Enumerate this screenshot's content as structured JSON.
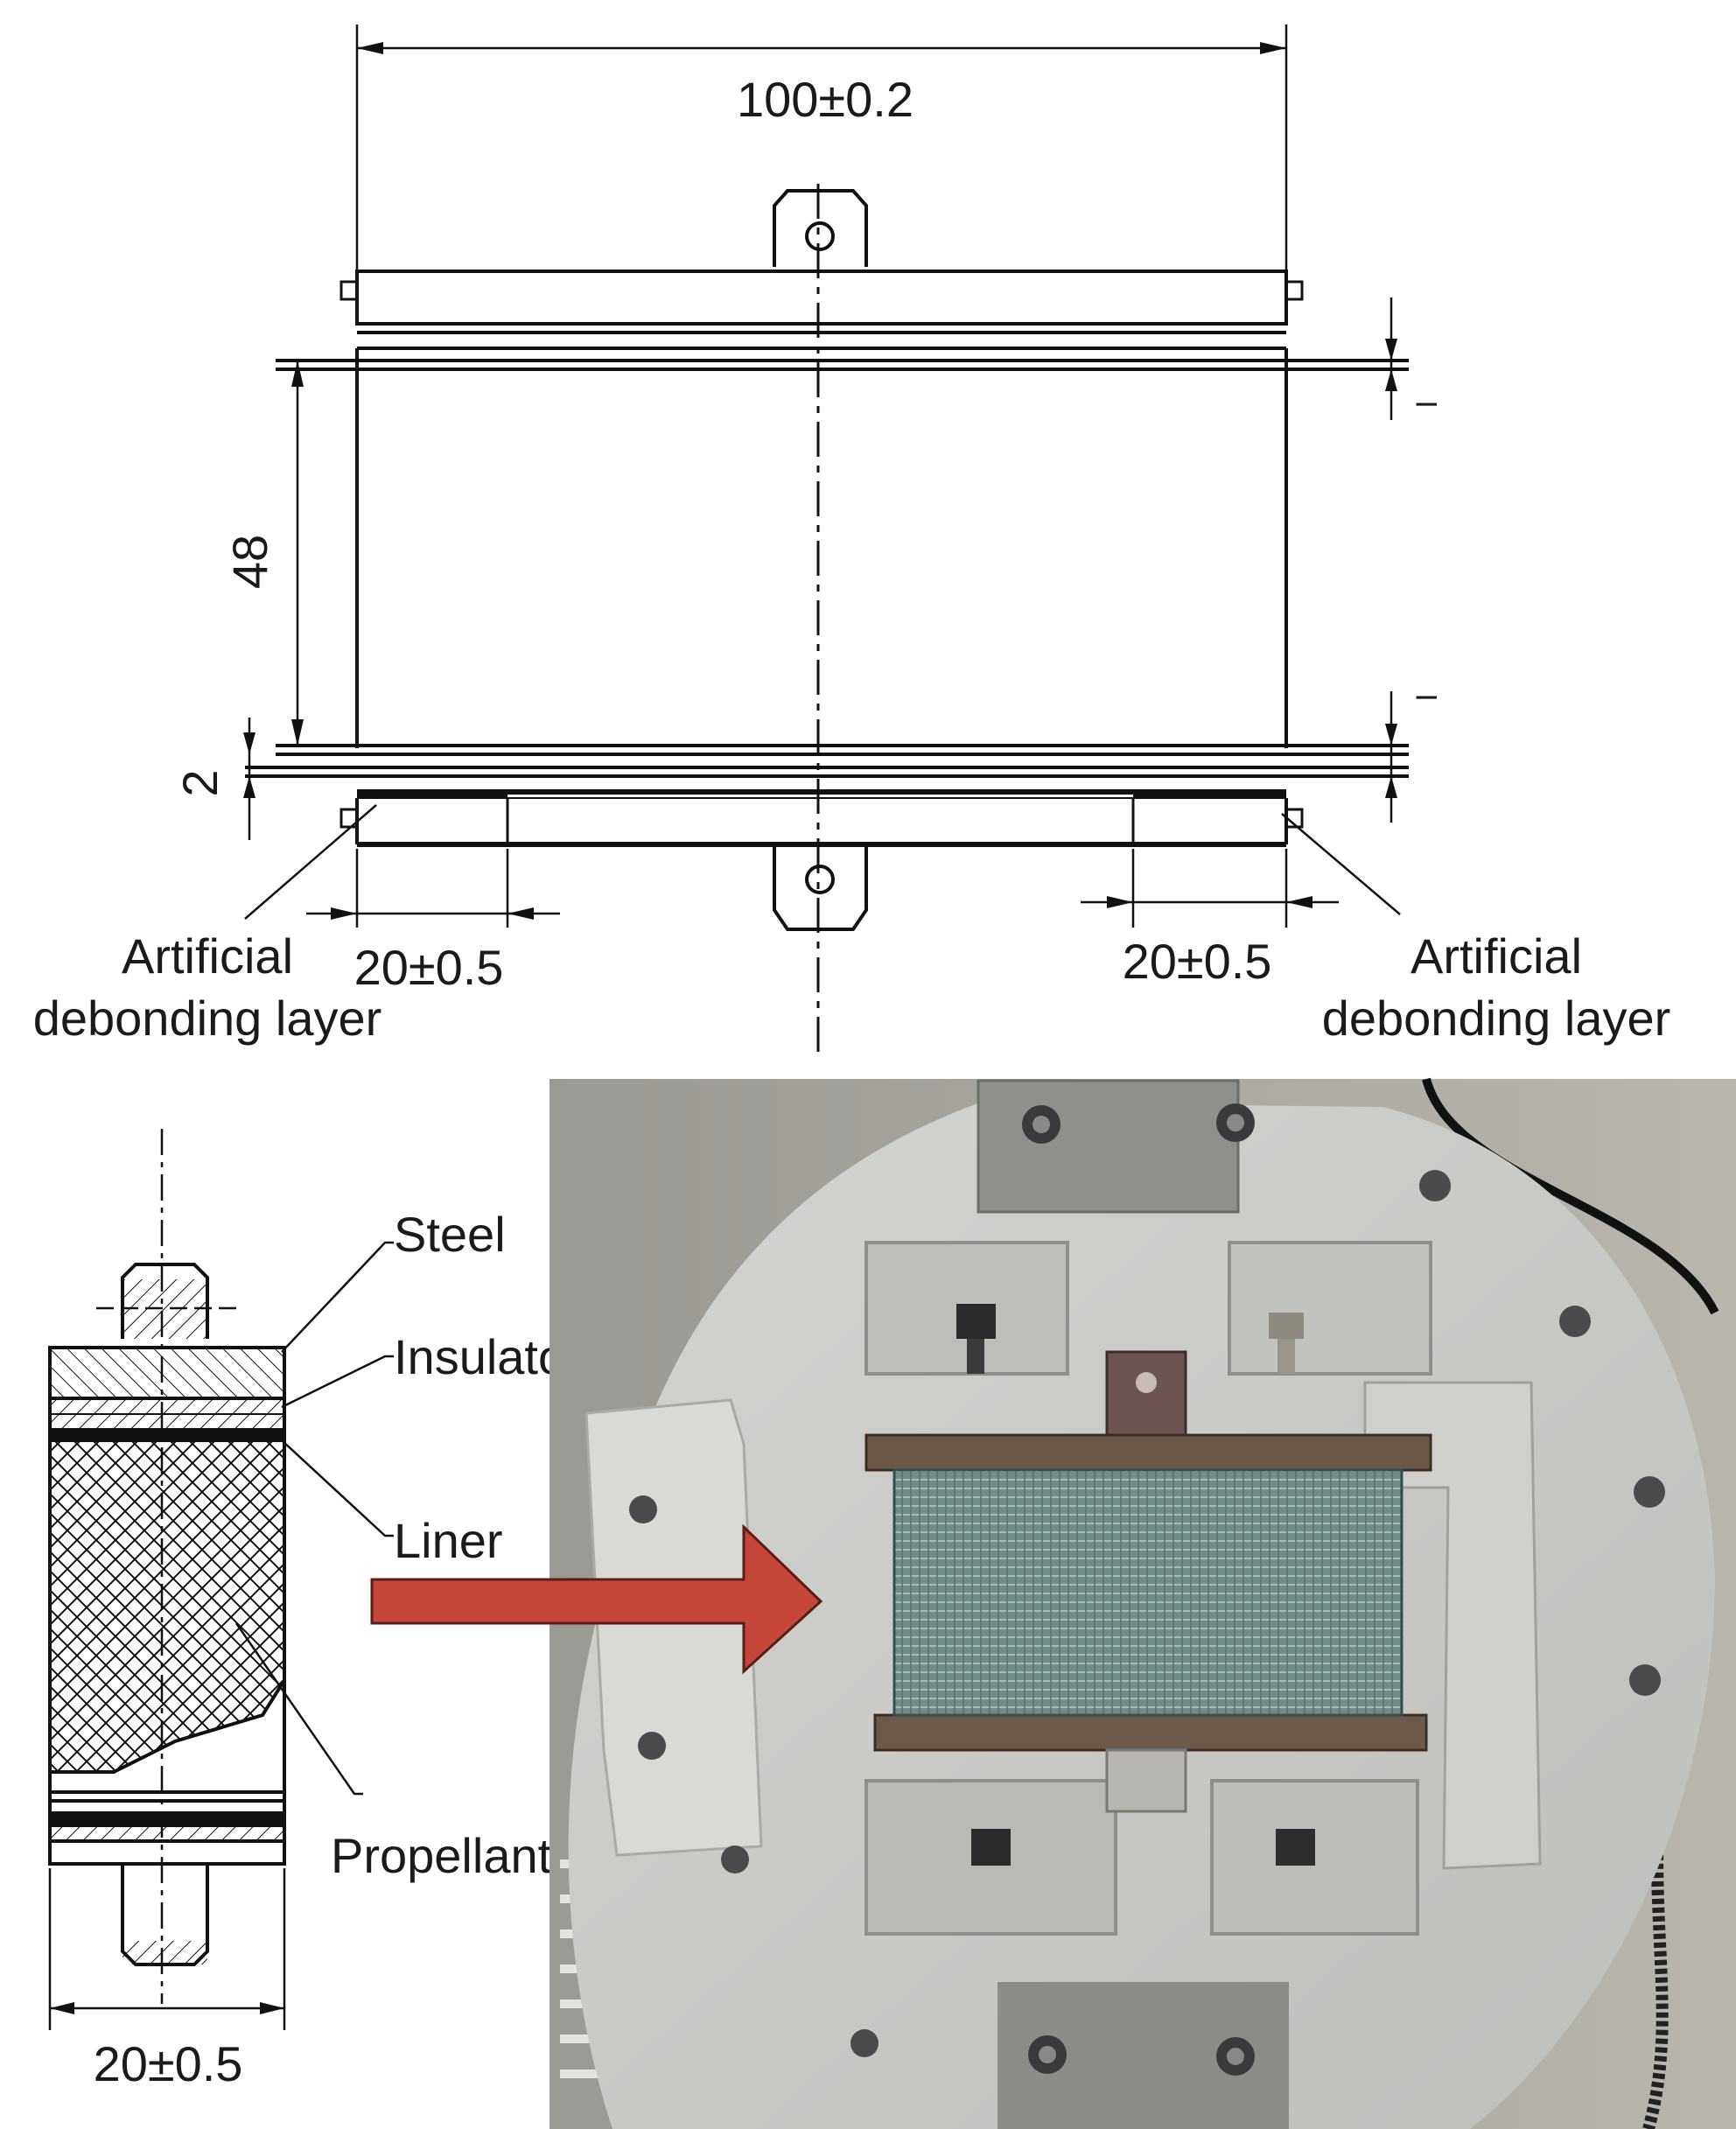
{
  "top_drawing": {
    "dim_width": "100±0.2",
    "dim_height": "48",
    "dim_thickness": "2",
    "dim_debond_left": "20±0.5",
    "dim_debond_right": "20±0.5",
    "label_left": [
      "Artificial",
      "debonding layer"
    ],
    "label_right": [
      "Artificial",
      "debonding layer"
    ],
    "tick_mark_upper": "I",
    "tick_mark_lower": "I"
  },
  "section_view": {
    "labels": {
      "steel": "Steel",
      "insulator": "Insulator",
      "liner": "Liner",
      "propellant": "Propellant"
    },
    "dim_width": "20±0.5"
  },
  "photo": {
    "arrow_color": "#c4473a",
    "plate_color": "#c9c9c6",
    "specimen_color": "#6f8f88"
  }
}
